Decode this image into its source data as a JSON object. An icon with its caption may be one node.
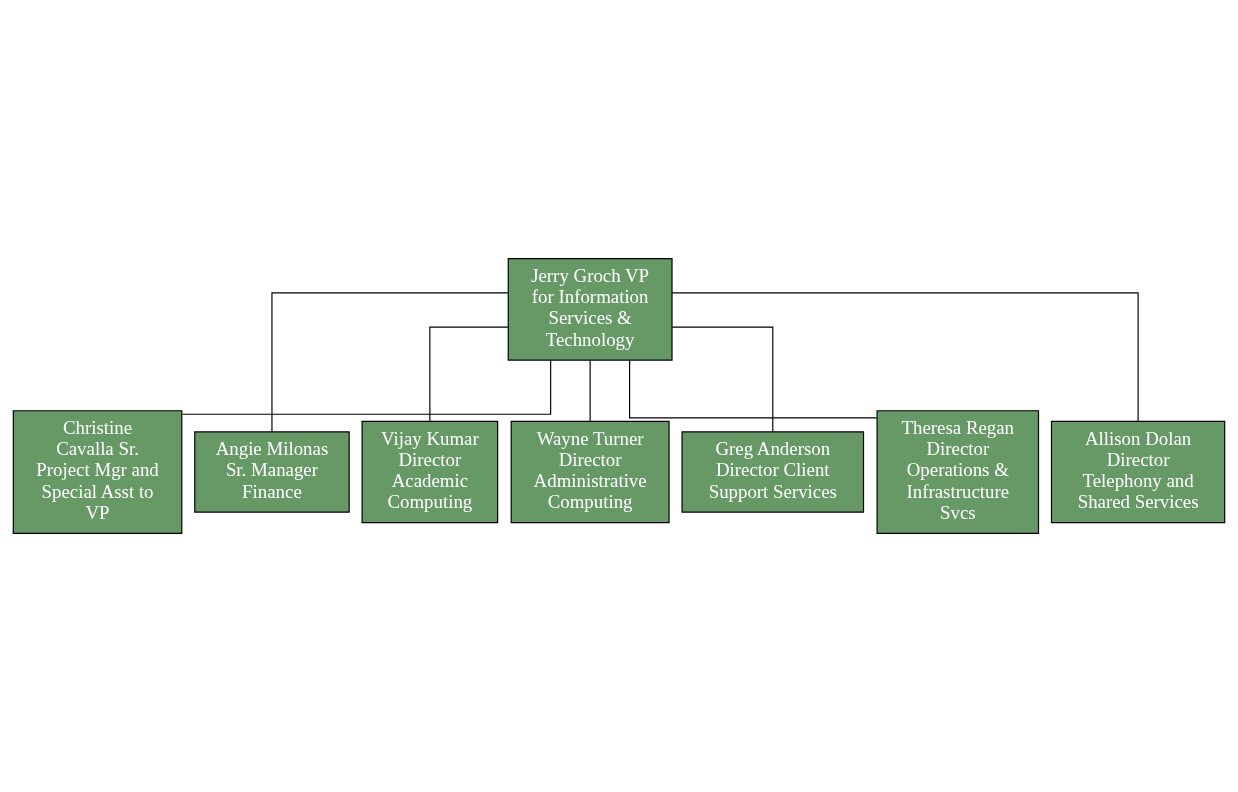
{
  "diagram": {
    "nodes": [
      {
        "text": [
          "Jerry Groch VP for Information Services & Technology"
        ]
      },
      {
        "text": [
          "Christine Cavalla Sr. Project Mgr and Special Asst to VP"
        ]
      },
      {
        "text": [
          "Angie Milonas Sr. Manager Finance"
        ]
      },
      {
        "text": [
          "Vijay Kumar Director Academic Computing"
        ]
      },
      {
        "text": [
          "Wayne Turner Director Administrative Computing"
        ]
      },
      {
        "text": [
          "Greg Anderson Director Client Support Services"
        ]
      },
      {
        "text": [
          "Theresa Regan Director Operations & Infrastructure Svcs"
        ]
      },
      {
        "text": [
          "Allison Dolan Director Telephony and Shared Services"
        ]
      }
    ],
    "edges": [
      {
        "from": 0,
        "to": 1,
        "arrow": "none"
      },
      {
        "from": 0,
        "to": 2,
        "arrow": "none"
      },
      {
        "from": 0,
        "to": 3,
        "arrow": "none"
      },
      {
        "from": 0,
        "to": 4,
        "arrow": "none"
      },
      {
        "from": 0,
        "to": 5,
        "arrow": "none"
      },
      {
        "from": 0,
        "to": 6,
        "arrow": "none"
      },
      {
        "from": 0,
        "to": 7,
        "arrow": "none"
      }
    ]
  }
}
